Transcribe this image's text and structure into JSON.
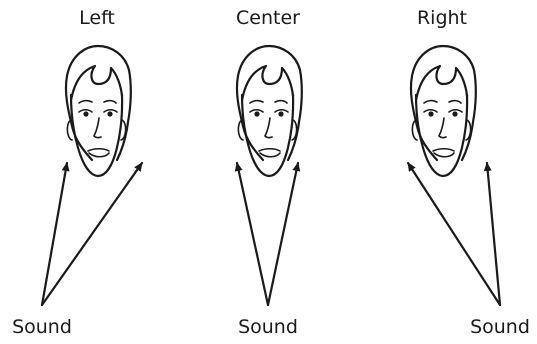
{
  "diagram": {
    "panels": [
      {
        "id": "left",
        "title": "Left",
        "source_label": "Sound"
      },
      {
        "id": "center",
        "title": "Center",
        "source_label": "Sound"
      },
      {
        "id": "right",
        "title": "Right",
        "source_label": "Sound"
      }
    ]
  }
}
